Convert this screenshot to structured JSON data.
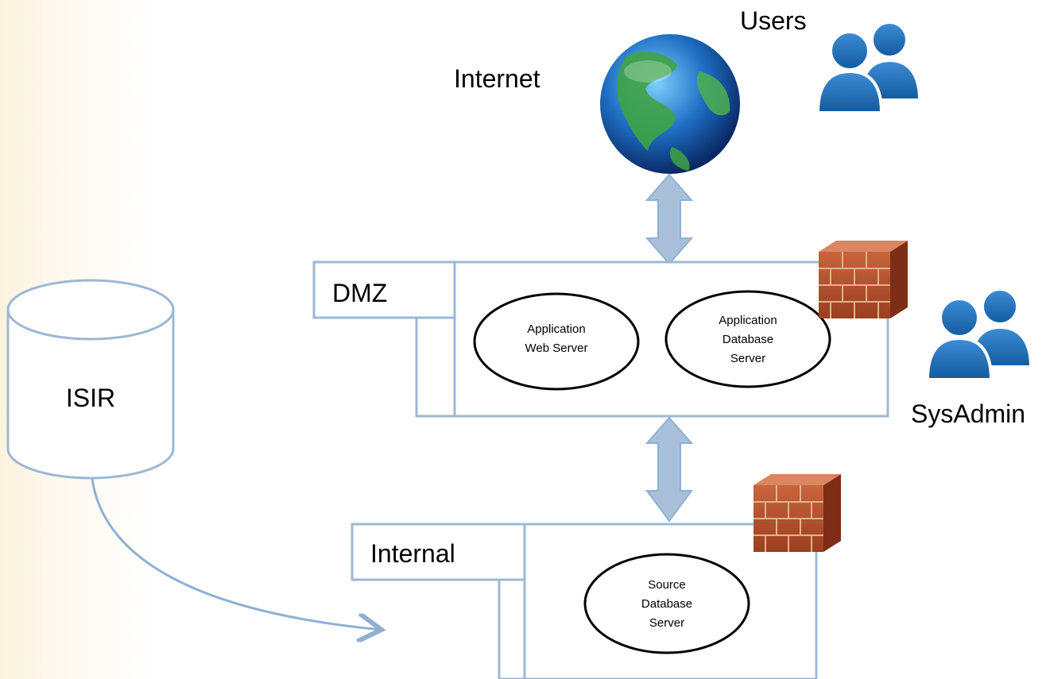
{
  "labels": {
    "users": "Users",
    "internet": "Internet",
    "dmz": "DMZ",
    "sysadmin": "SysAdmin",
    "isir": "ISIR",
    "internal": "Internal"
  },
  "nodes": {
    "web_server": [
      "Application",
      "Web Server"
    ],
    "app_db_server": [
      "Application",
      "Database",
      "Server"
    ],
    "source_db_server": [
      "Source",
      "Database",
      "Server"
    ]
  },
  "icons": {
    "globe": "globe-icon",
    "users": "users-icon",
    "sysadmin": "sysadmin-users-icon",
    "firewall": "firewall-icon"
  },
  "colors": {
    "zone_border": "#9cb8d6",
    "arrow_fill": "#a9c0da",
    "brick": "#b5532f",
    "person": "#1f6fb8"
  }
}
